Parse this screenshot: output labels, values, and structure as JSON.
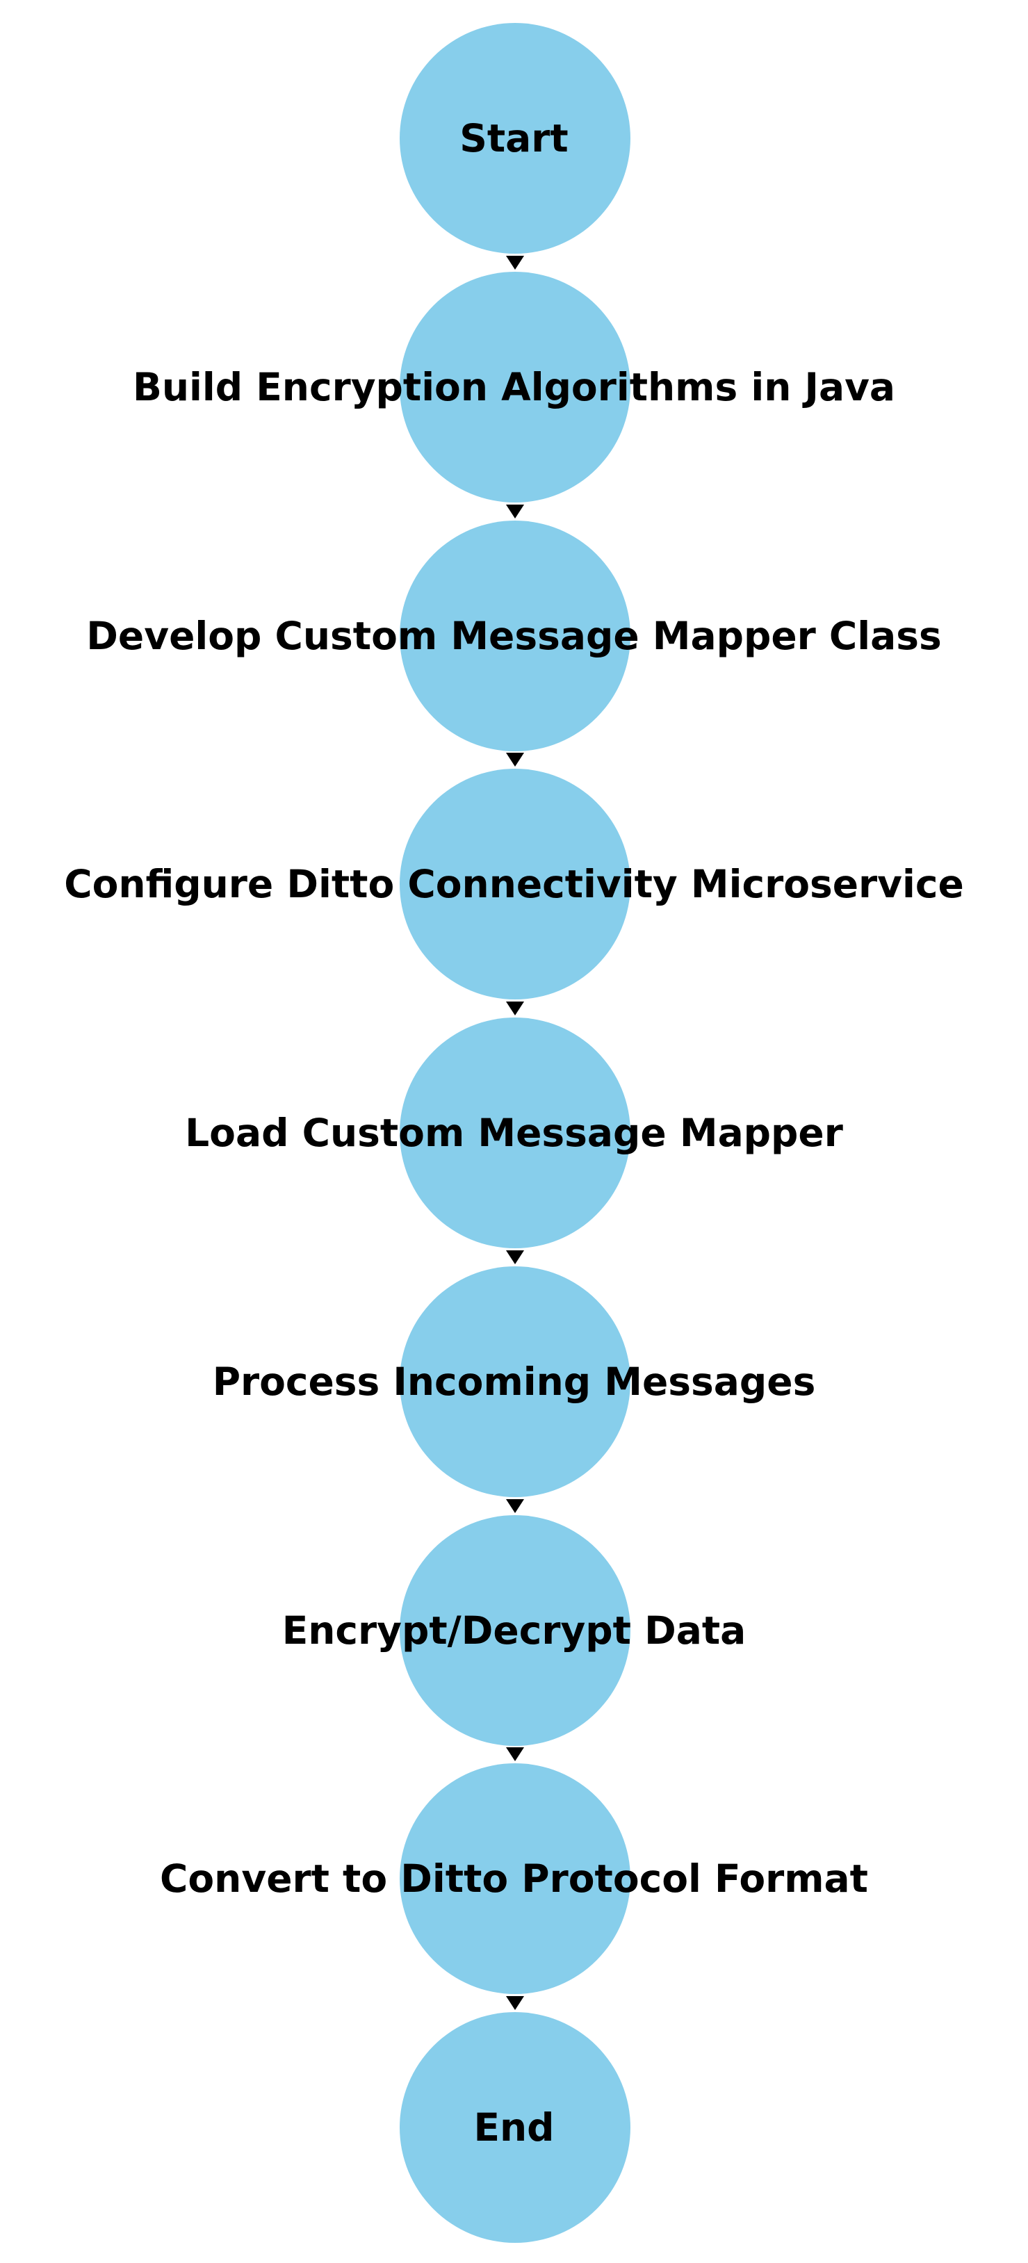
{
  "diagram": {
    "type": "flowchart",
    "direction": "top-to-bottom",
    "background_color": "#ffffff",
    "node_fill_color": "#87CEEB",
    "node_text_color": "#000000",
    "arrow_color": "#000000",
    "nodes": [
      {
        "id": "start",
        "label": "Start"
      },
      {
        "id": "build-encryption",
        "label": "Build Encryption Algorithms in Java"
      },
      {
        "id": "develop-mapper",
        "label": "Develop Custom Message Mapper Class"
      },
      {
        "id": "configure-ditto",
        "label": "Configure Ditto Connectivity Microservice"
      },
      {
        "id": "load-mapper",
        "label": "Load Custom Message Mapper"
      },
      {
        "id": "process-messages",
        "label": "Process Incoming Messages"
      },
      {
        "id": "encrypt-decrypt",
        "label": "Encrypt/Decrypt Data"
      },
      {
        "id": "convert-protocol",
        "label": "Convert to Ditto Protocol Format"
      },
      {
        "id": "end",
        "label": "End"
      }
    ],
    "edges": [
      {
        "from": "start",
        "to": "build-encryption"
      },
      {
        "from": "build-encryption",
        "to": "develop-mapper"
      },
      {
        "from": "develop-mapper",
        "to": "configure-ditto"
      },
      {
        "from": "configure-ditto",
        "to": "load-mapper"
      },
      {
        "from": "load-mapper",
        "to": "process-messages"
      },
      {
        "from": "process-messages",
        "to": "encrypt-decrypt"
      },
      {
        "from": "encrypt-decrypt",
        "to": "convert-protocol"
      },
      {
        "from": "convert-protocol",
        "to": "end"
      }
    ]
  }
}
